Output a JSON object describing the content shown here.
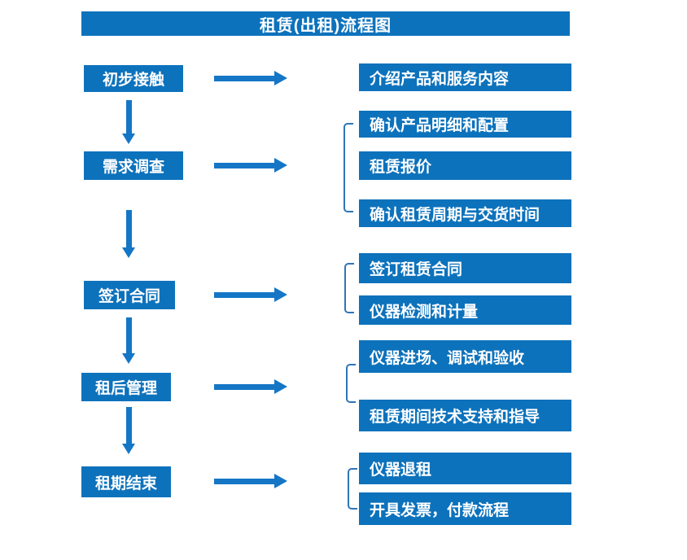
{
  "title": "租赁(出租)流程图",
  "colors": {
    "box": "#0d72bc",
    "arrow": "#1576c6",
    "bracket": "#2e75b6",
    "text": "#ffffff"
  },
  "steps": [
    {
      "label": "初步接触",
      "details": [
        "介绍产品和服务内容"
      ]
    },
    {
      "label": "需求调查",
      "details": [
        "确认产品明细和配置",
        "租赁报价",
        "确认租赁周期与交货时间"
      ]
    },
    {
      "label": "签订合同",
      "details": [
        "签订租赁合同",
        "仪器检测和计量"
      ]
    },
    {
      "label": "租后管理",
      "details": [
        "仪器进场、调试和验收",
        "租赁期间技术支持和指导"
      ]
    },
    {
      "label": "租期结束",
      "details": [
        "仪器退租",
        "开具发票，付款流程"
      ]
    }
  ]
}
